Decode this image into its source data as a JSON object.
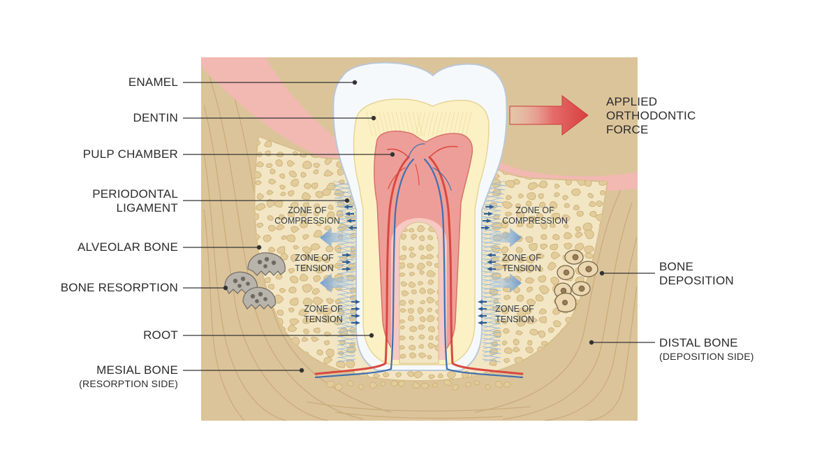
{
  "labels": {
    "enamel": "ENAMEL",
    "dentin": "DENTIN",
    "pulp_chamber": "PULP CHAMBER",
    "periodontal_ligament": [
      "PERIODONTAL",
      "LIGAMENT"
    ],
    "alveolar_bone": "ALVEOLAR BONE",
    "bone_resorption": "BONE RESORPTION",
    "root": "ROOT",
    "mesial_bone": "MESIAL BONE",
    "mesial_bone_sub": "(RESORPTION SIDE)",
    "applied_force": [
      "APPLIED",
      "ORTHODONTIC",
      "FORCE"
    ],
    "bone_deposition": [
      "BONE",
      "DEPOSITION"
    ],
    "distal_bone": "DISTAL BONE",
    "distal_bone_sub": "(DEPOSITION SIDE)"
  },
  "zones": {
    "left_compression": [
      "ZONE OF",
      "COMPRESSION"
    ],
    "left_tension_1": [
      "ZONE OF",
      "TENSION"
    ],
    "left_tension_2": [
      "ZONE OF",
      "TENSION"
    ],
    "right_compression": [
      "ZONE OF",
      "COMPRESSION"
    ],
    "right_tension_1": [
      "ZONE OF",
      "TENSION"
    ],
    "right_tension_2": [
      "ZONE OF",
      "TENSION"
    ]
  },
  "colors": {
    "bone_outer": "#dcc49a",
    "bone_outer_line": "#c4a676",
    "alveolar": "#f3e6c4",
    "trabecula": "#e2cc9a",
    "gum": "#f2b8b2",
    "enamel": "#f6f9fc",
    "dentin": "#fbf1c4",
    "pulp": "#ee9e98",
    "artery": "#d9483f",
    "vein": "#3f6fb0",
    "ligament": "#8fb6dc",
    "force_arrow": "#d84343",
    "leader": "#333333"
  }
}
